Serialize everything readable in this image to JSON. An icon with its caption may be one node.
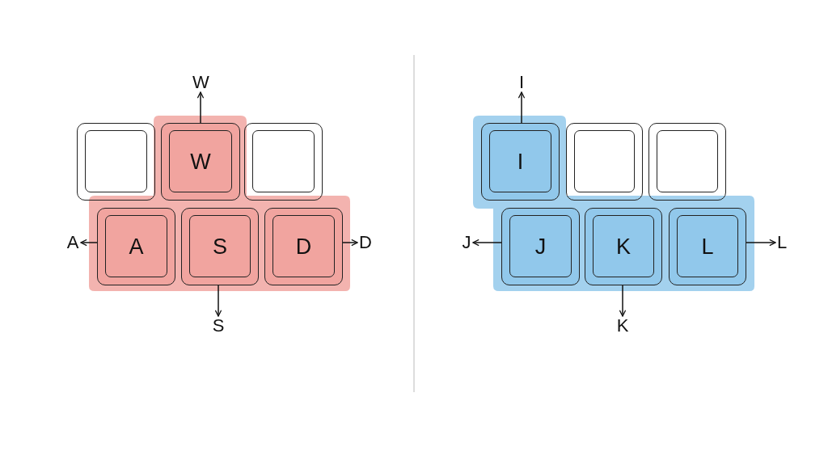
{
  "diagram": {
    "nodes": [
      {
        "text": [
          "W"
        ]
      },
      {
        "text": [],
        "shape": "box"
      },
      {
        "text": [
          "W"
        ]
      },
      {
        "text": [],
        "shape": "box"
      },
      {
        "text": [
          "A"
        ]
      },
      {
        "text": [
          "A"
        ]
      },
      {
        "text": [
          "S"
        ]
      },
      {
        "text": [
          "D"
        ]
      },
      {
        "text": [
          "D"
        ]
      },
      {
        "text": [
          "S"
        ]
      },
      {
        "text": [
          "I"
        ]
      },
      {
        "text": [
          "I"
        ]
      },
      {
        "text": [],
        "shape": "box"
      },
      {
        "text": [],
        "shape": "box"
      },
      {
        "text": [
          "J"
        ]
      },
      {
        "text": [
          "J"
        ]
      },
      {
        "text": [
          "K"
        ]
      },
      {
        "text": [
          "L"
        ]
      },
      {
        "text": [
          "L"
        ]
      },
      {
        "text": [
          "K"
        ]
      }
    ],
    "edges": [
      {
        "from": 2,
        "to": 0,
        "arrow": "to"
      },
      {
        "from": 5,
        "to": 4,
        "arrow": "to"
      },
      {
        "from": 6,
        "to": 9,
        "arrow": "to"
      },
      {
        "from": 7,
        "to": 8,
        "arrow": "to"
      },
      {
        "from": 11,
        "to": 10,
        "arrow": "to"
      },
      {
        "from": 15,
        "to": 14,
        "arrow": "to"
      },
      {
        "from": 16,
        "to": 19,
        "arrow": "to"
      },
      {
        "from": 17,
        "to": 18,
        "arrow": "to"
      }
    ]
  }
}
